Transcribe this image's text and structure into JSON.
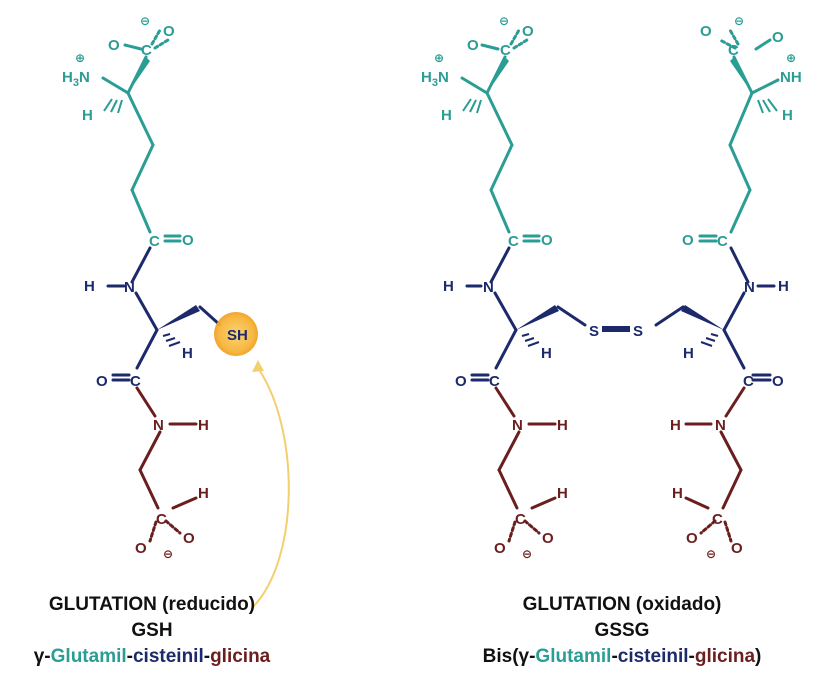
{
  "colors": {
    "glutamyl": "#2a9d94",
    "cysteinyl": "#1c2a6b",
    "glycine": "#6b1e1e",
    "caption": "#111111",
    "highlight": "#f7b733",
    "arrow": "#f3cf6e"
  },
  "atoms": {
    "O": "O",
    "C": "C",
    "N": "N",
    "H": "H",
    "H3N": "H",
    "three": "3",
    "nitrogen_suffix": "N",
    "NH": "NH",
    "S": "S",
    "SH": "SH",
    "minus": "⊖",
    "plus": "⊕"
  },
  "reduced": {
    "title": "GLUTATION (reducido)",
    "abbr": "GSH",
    "name_parts": [
      {
        "text": "γ-",
        "role": "caption"
      },
      {
        "text": "Glutamil",
        "role": "glutamyl"
      },
      {
        "text": "-",
        "role": "caption"
      },
      {
        "text": "cisteinil",
        "role": "cysteinyl"
      },
      {
        "text": "-",
        "role": "caption"
      },
      {
        "text": "glicina",
        "role": "glycine"
      }
    ]
  },
  "oxidized": {
    "title": "GLUTATION (oxidado)",
    "abbr": "GSSG",
    "name_parts": [
      {
        "text": "Bis(γ-",
        "role": "caption"
      },
      {
        "text": "Glutamil",
        "role": "glutamyl"
      },
      {
        "text": "-",
        "role": "caption"
      },
      {
        "text": "cisteinil",
        "role": "cysteinyl"
      },
      {
        "text": "-",
        "role": "caption"
      },
      {
        "text": "glicina",
        "role": "glycine"
      },
      {
        "text": ")",
        "role": "caption"
      }
    ]
  }
}
